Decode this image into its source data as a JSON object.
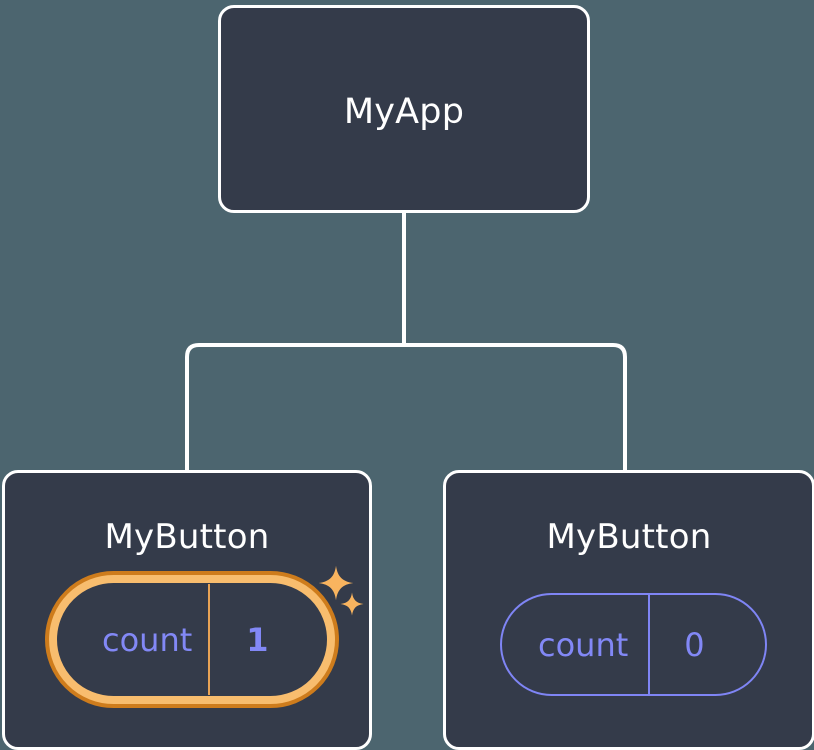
{
  "diagram": {
    "type": "component-tree",
    "background_color": "#4c656f",
    "node_fill_color": "#343b4a",
    "node_border_color": "#ffffff",
    "connector_color": "#ffffff",
    "state_accent_color": "#8288f6",
    "highlight_outer_color": "#ce7c1c",
    "highlight_inner_color": "#f8bd6e",
    "highlight_divider_color": "#e8a355"
  },
  "root": {
    "title": "MyApp"
  },
  "children": [
    {
      "title": "MyButton",
      "state": {
        "key": "count",
        "value": "1"
      },
      "highlighted": true,
      "sparkles": [
        {
          "name": "sparkle-large"
        },
        {
          "name": "sparkle-small"
        }
      ]
    },
    {
      "title": "MyButton",
      "state": {
        "key": "count",
        "value": "0"
      },
      "highlighted": false
    }
  ]
}
